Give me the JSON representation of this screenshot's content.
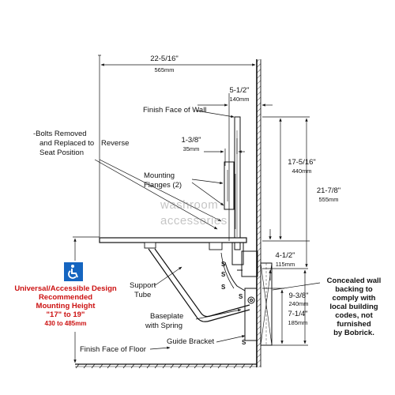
{
  "dimensions": {
    "overall_depth": {
      "imperial": "22-5/16\"",
      "metric": "565mm"
    },
    "wall_to_hinge": {
      "imperial": "5-1/2\"",
      "metric": "140mm"
    },
    "flange_offset": {
      "imperial": "1-3/8\"",
      "metric": "35mm"
    },
    "folded_height": {
      "imperial": "17-5/16\"",
      "metric": "440mm"
    },
    "total_height": {
      "imperial": "21-7/8\"",
      "metric": "555mm"
    },
    "seat_to_flange": {
      "imperial": "4-1/2\"",
      "metric": "115mm"
    },
    "backing_height": {
      "imperial": "9-3/8\"",
      "metric": "240mm"
    },
    "lower_bracket": {
      "imperial": "7-1/4\"",
      "metric": "185mm"
    }
  },
  "labels": {
    "finish_face_wall": "Finish Face of Wall",
    "bolts_note_line1": "-Bolts Removed",
    "bolts_note_line2": "and Replaced to",
    "bolts_note_line3": "Reverse",
    "bolts_note_line4": "Seat Position",
    "mounting_flanges_line1": "Mounting",
    "mounting_flanges_line2": "Flanges (2)",
    "support_tube_line1": "Support",
    "support_tube_line2": "Tube",
    "baseplate_line1": "Baseplate",
    "baseplate_line2": "with Spring",
    "guide_bracket": "Guide Bracket",
    "finish_face_floor": "Finish Face of Floor",
    "s_marker": "S"
  },
  "accessible_note": {
    "line1": "Universal/Accessible Design",
    "line2": "Recommended",
    "line3": "Mounting Height",
    "line4": "\"17\" to 19\"",
    "line5": "430 to 485mm"
  },
  "backing_note": {
    "line1": "Concealed wall",
    "line2": "backing to",
    "line3": "comply with",
    "line4": "local building",
    "line5": "codes, not",
    "line6": "furnished",
    "line7": "by Bobrick."
  },
  "watermark": {
    "line1": "washroom",
    "line2": "accessories"
  },
  "icon": "wheelchair-accessibility-icon",
  "colors": {
    "line": "#111111",
    "accessible_red": "#cc1111",
    "accessible_blue": "#1565c0"
  }
}
